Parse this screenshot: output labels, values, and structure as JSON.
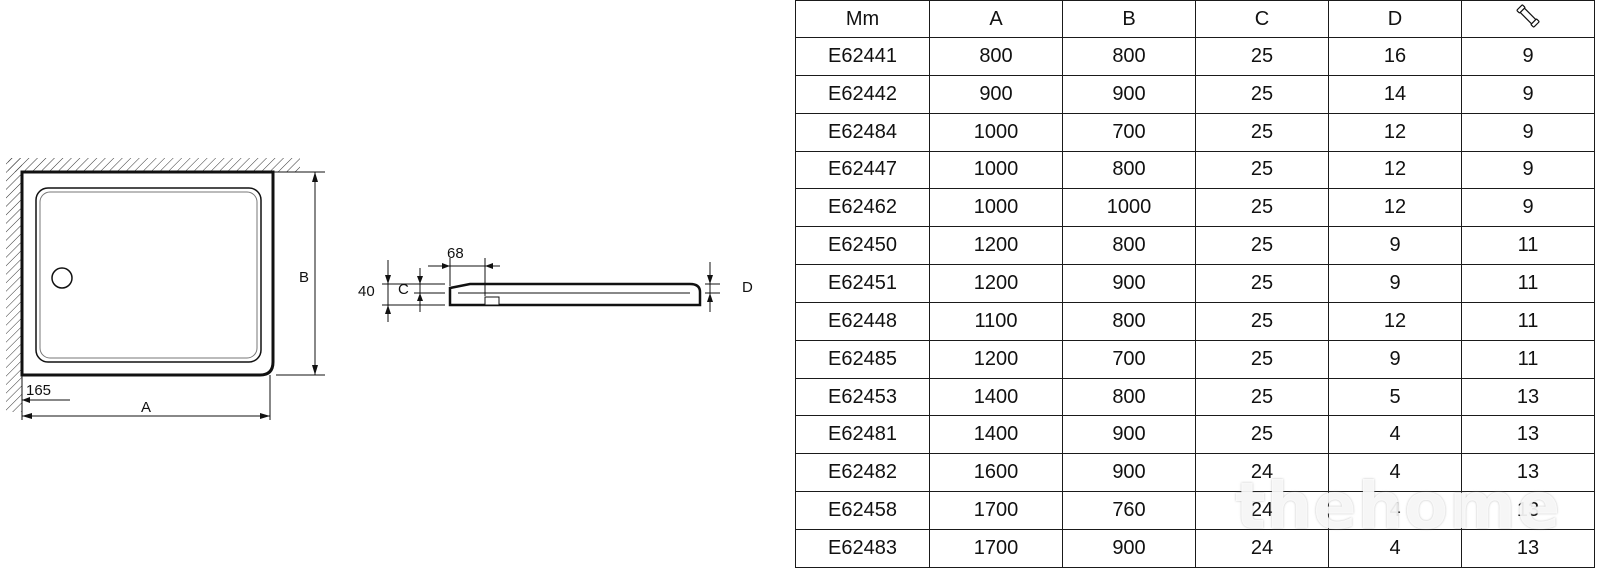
{
  "diagram": {
    "plan_labels": {
      "b": "B",
      "offset": "165",
      "a": "A"
    },
    "section_labels": {
      "width_68": "68",
      "height_40": "40",
      "c": "C",
      "d": "D"
    }
  },
  "table": {
    "headers": [
      "Mm",
      "A",
      "B",
      "C",
      "D"
    ],
    "last_header_icon": "siphon-icon",
    "rows": [
      [
        "E62441",
        "800",
        "800",
        "25",
        "16",
        "9"
      ],
      [
        "E62442",
        "900",
        "900",
        "25",
        "14",
        "9"
      ],
      [
        "E62484",
        "1000",
        "700",
        "25",
        "12",
        "9"
      ],
      [
        "E62447",
        "1000",
        "800",
        "25",
        "12",
        "9"
      ],
      [
        "E62462",
        "1000",
        "1000",
        "25",
        "12",
        "9"
      ],
      [
        "E62450",
        "1200",
        "800",
        "25",
        "9",
        "11"
      ],
      [
        "E62451",
        "1200",
        "900",
        "25",
        "9",
        "11"
      ],
      [
        "E62448",
        "1100",
        "800",
        "25",
        "12",
        "11"
      ],
      [
        "E62485",
        "1200",
        "700",
        "25",
        "9",
        "11"
      ],
      [
        "E62453",
        "1400",
        "800",
        "25",
        "5",
        "13"
      ],
      [
        "E62481",
        "1400",
        "900",
        "25",
        "4",
        "13"
      ],
      [
        "E62482",
        "1600",
        "900",
        "24",
        "4",
        "13"
      ],
      [
        "E62458",
        "1700",
        "760",
        "24",
        "4",
        "13"
      ],
      [
        "E62483",
        "1700",
        "900",
        "24",
        "4",
        "13"
      ]
    ]
  },
  "watermark": "thehome"
}
